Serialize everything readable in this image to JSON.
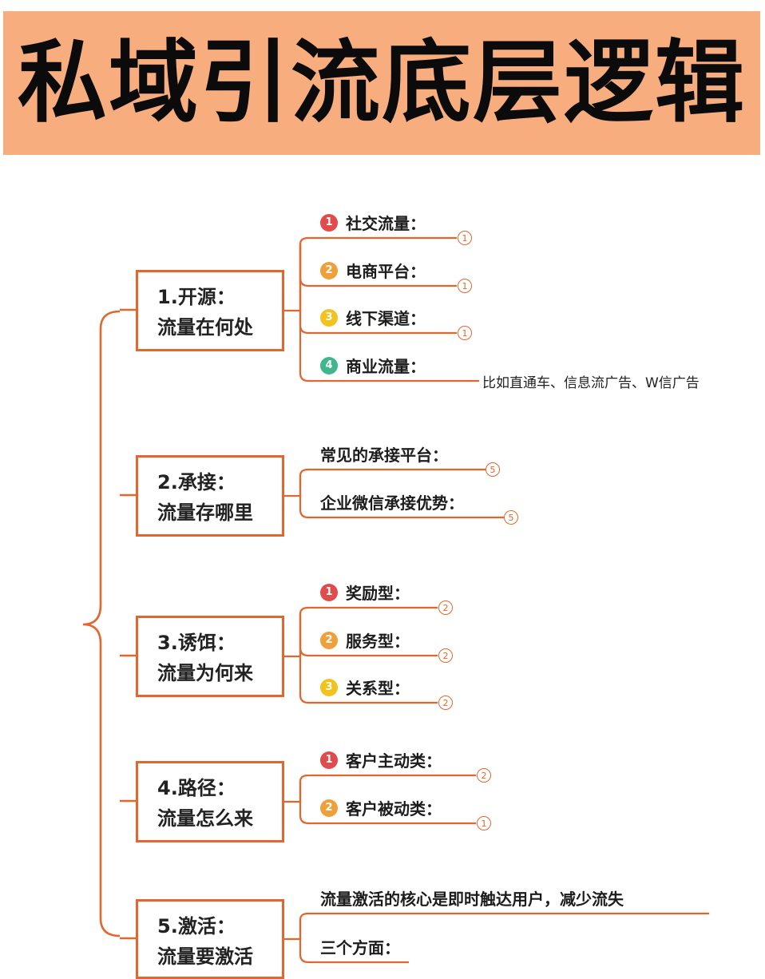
{
  "title": "私域引流底层逻辑",
  "colors": {
    "banner": "#f8ad7e",
    "line": "#e2672f",
    "red": "#e24b4b",
    "orange": "#f0a03a",
    "yellow": "#f2c21e",
    "green": "#3fb68b"
  },
  "branches": [
    {
      "line1": "1.开源：",
      "line2": "流量在何处",
      "items": [
        {
          "badge": "1",
          "badge_icon": "red-circle-number",
          "text": "社交流量：",
          "note_num": "1"
        },
        {
          "badge": "2",
          "badge_icon": "orange-circle-number",
          "text": "电商平台：",
          "note_num": "1"
        },
        {
          "badge": "3",
          "badge_icon": "yellow-circle-number",
          "text": "线下渠道：",
          "note_num": "1"
        },
        {
          "badge": "4",
          "badge_icon": "green-circle-number",
          "text": "商业流量：",
          "note_text": "比如直通车、信息流广告、W信广告"
        }
      ]
    },
    {
      "line1": "2.承接：",
      "line2": "流量存哪里",
      "items": [
        {
          "text": "常见的承接平台：",
          "note_num": "5"
        },
        {
          "text": "企业微信承接优势：",
          "note_num": "5"
        }
      ]
    },
    {
      "line1": "3.诱饵：",
      "line2": "流量为何来",
      "items": [
        {
          "badge": "1",
          "badge_icon": "red-circle-number",
          "text": "奖励型：",
          "note_num": "2"
        },
        {
          "badge": "2",
          "badge_icon": "orange-circle-number",
          "text": "服务型：",
          "note_num": "2"
        },
        {
          "badge": "3",
          "badge_icon": "yellow-circle-number",
          "text": "关系型：",
          "note_num": "2"
        }
      ]
    },
    {
      "line1": "4.路径：",
      "line2": "流量怎么来",
      "items": [
        {
          "badge": "1",
          "badge_icon": "red-circle-number",
          "text": "客户主动类：",
          "note_num": "2"
        },
        {
          "badge": "2",
          "badge_icon": "orange-circle-number",
          "text": "客户被动类：",
          "note_num": "1"
        }
      ]
    },
    {
      "line1": "5.激活：",
      "line2": "流量要激活",
      "items": [
        {
          "text": "流量激活的核心是即时触达用户，减少流失"
        },
        {
          "text": "三个方面："
        }
      ]
    }
  ]
}
